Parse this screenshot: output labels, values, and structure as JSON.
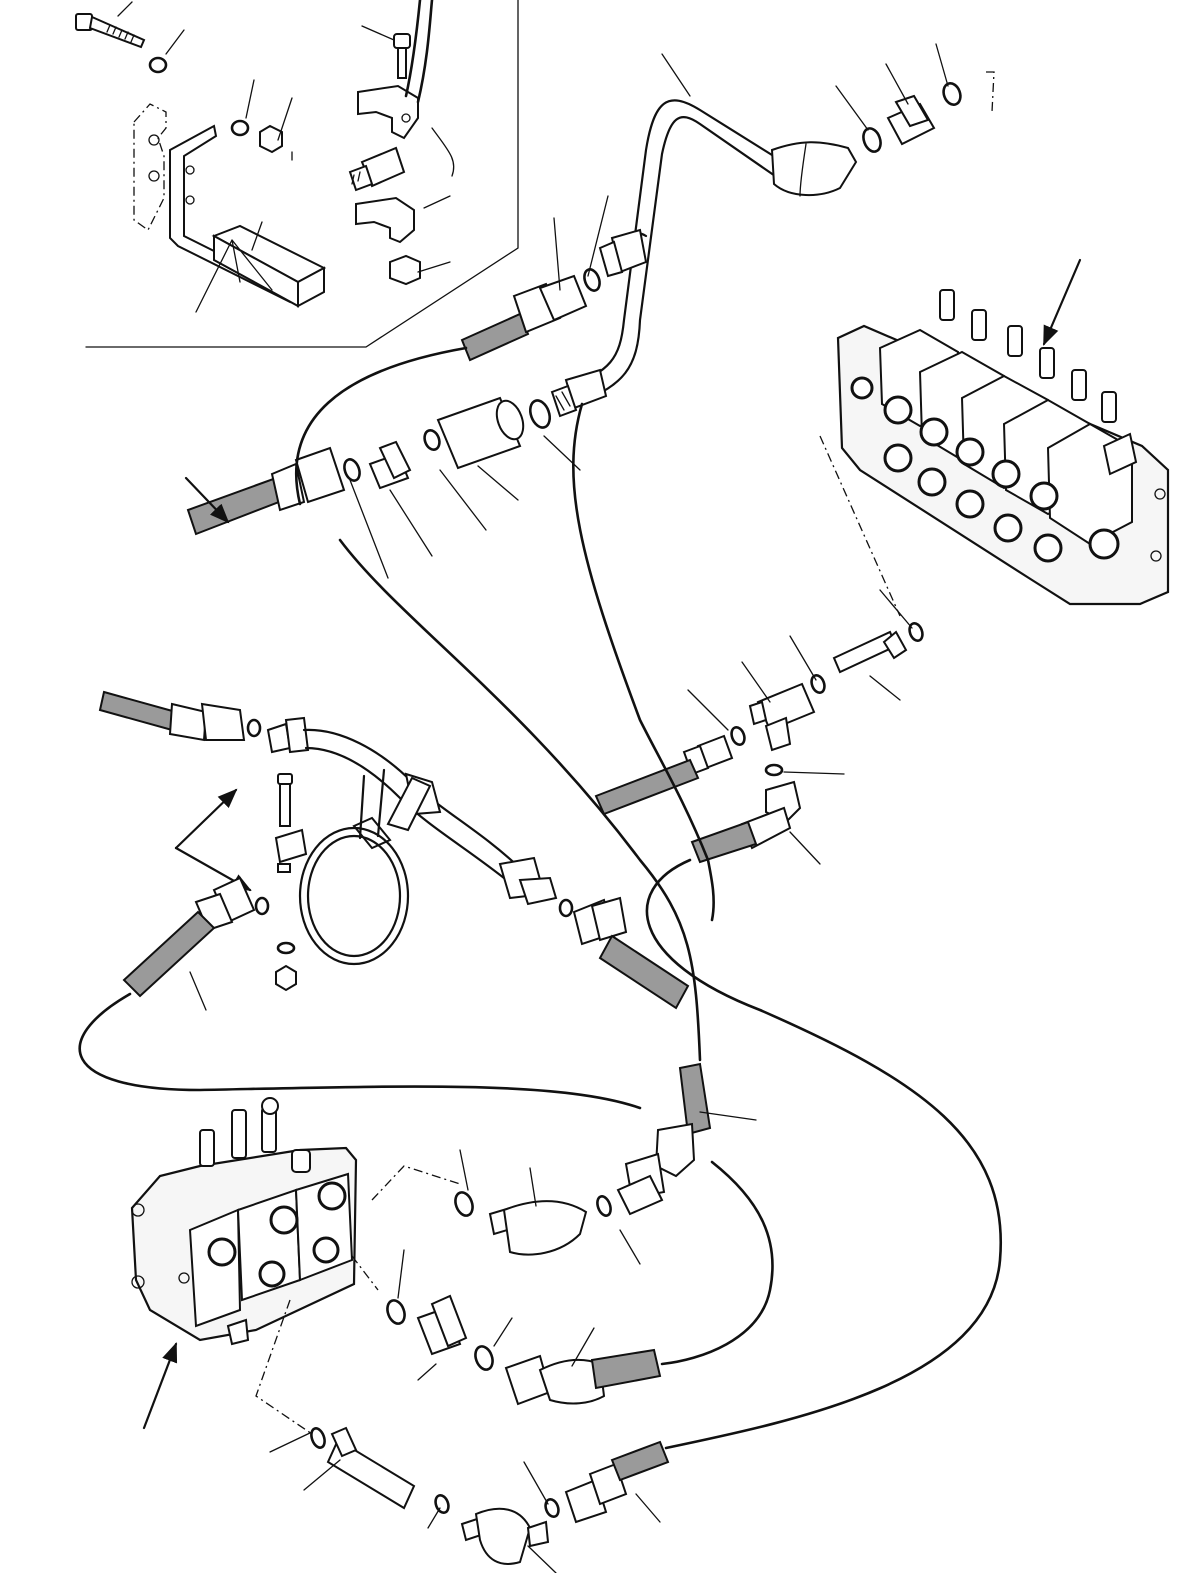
{
  "diagram": {
    "inset_box": true,
    "components": [
      "inset-bracket-detail",
      "hose-clamp-detail",
      "upper-rigid-tube",
      "main-control-valve",
      "tee-fitting",
      "lower-rigid-tube",
      "band-clamp",
      "auxiliary-control-valve",
      "hydraulic-hoses",
      "callout-arrows"
    ],
    "reference_numbers_visible": false
  }
}
